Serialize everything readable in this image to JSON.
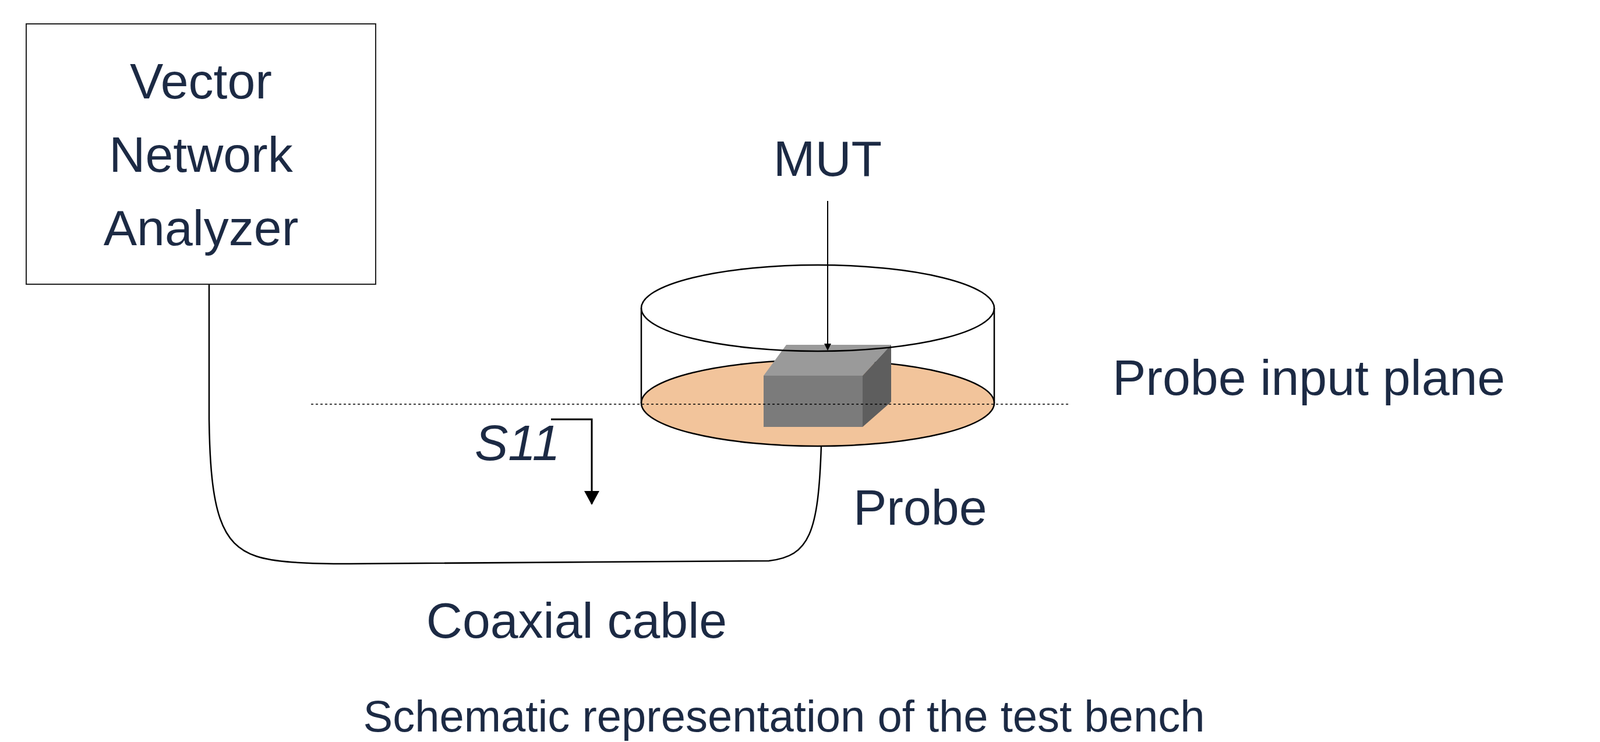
{
  "diagram": {
    "caption": "Schematic representation of the test bench",
    "nodes": [
      {
        "text": [
          "Vector Network Analyzer"
        ]
      }
    ],
    "labels": [
      "MUT",
      "Probe input plane",
      "S11",
      "Probe",
      "Coaxial cable"
    ]
  }
}
